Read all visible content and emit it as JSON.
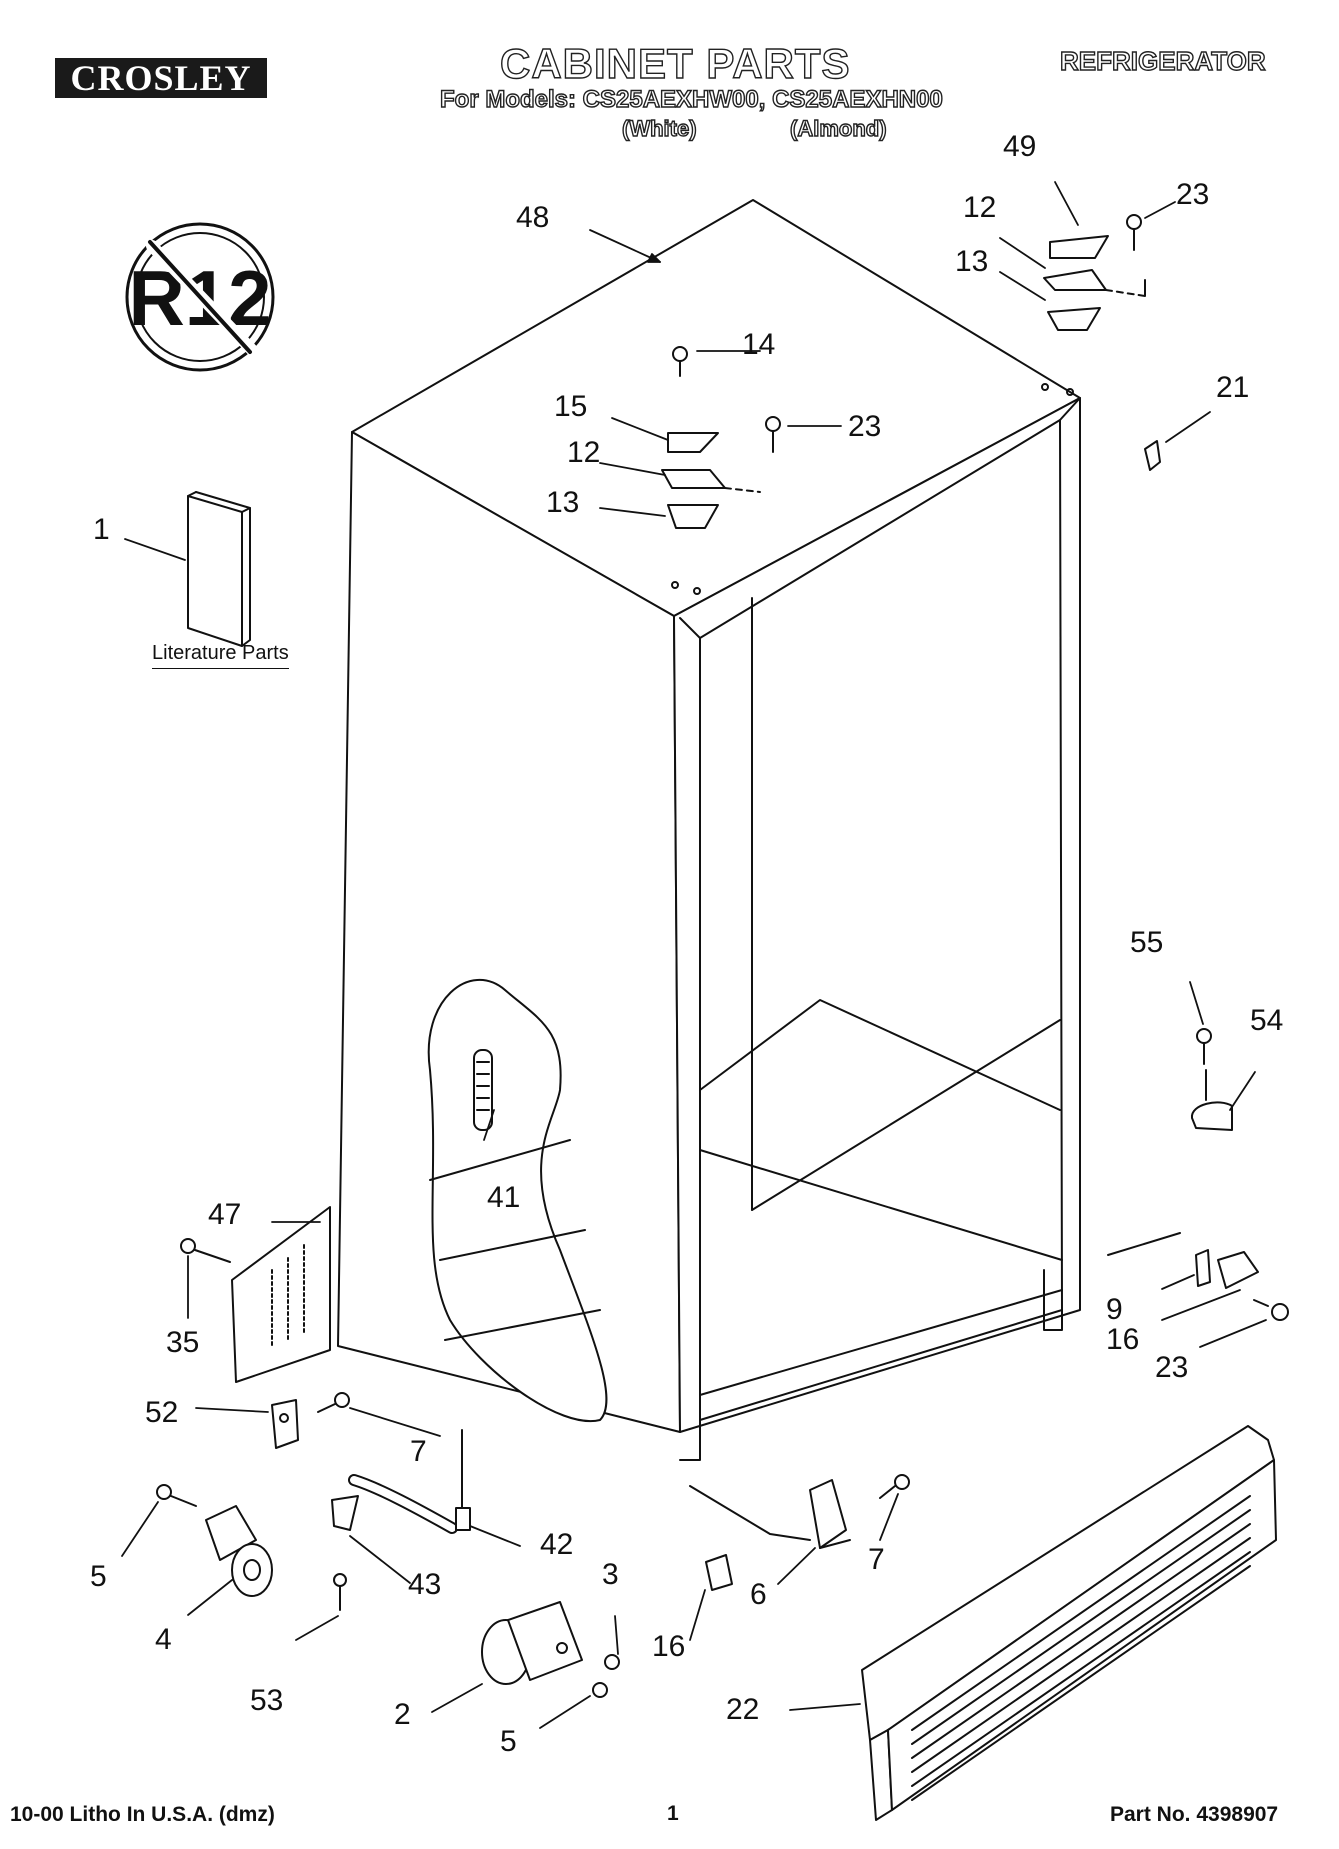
{
  "header": {
    "brand": "CROSLEY",
    "title": "CABINET PARTS",
    "models_line": "For Models: CS25AEXHW00, CS25AEXHN00",
    "color_1": "(White)",
    "color_2": "(Almond)",
    "appliance": "REFRIGERATOR"
  },
  "badge": {
    "text": "R12"
  },
  "literature_label": "Literature Parts",
  "callouts": {
    "c1": "1",
    "c2": "2",
    "c3": "3",
    "c4": "4",
    "c5a": "5",
    "c5b": "5",
    "c6": "6",
    "c7a": "7",
    "c7b": "7",
    "c9": "9",
    "c12a": "12",
    "c12b": "12",
    "c13a": "13",
    "c13b": "13",
    "c14": "14",
    "c15": "15",
    "c16a": "16",
    "c16b": "16",
    "c21": "21",
    "c22": "22",
    "c23a": "23",
    "c23b": "23",
    "c23c": "23",
    "c35": "35",
    "c41": "41",
    "c42": "42",
    "c43": "43",
    "c47": "47",
    "c48": "48",
    "c49": "49",
    "c52": "52",
    "c53": "53",
    "c54": "54",
    "c55": "55"
  },
  "footer": {
    "left": "10-00 Litho In U.S.A. (dmz)",
    "page": "1",
    "part_no": "Part No. 4398907"
  }
}
